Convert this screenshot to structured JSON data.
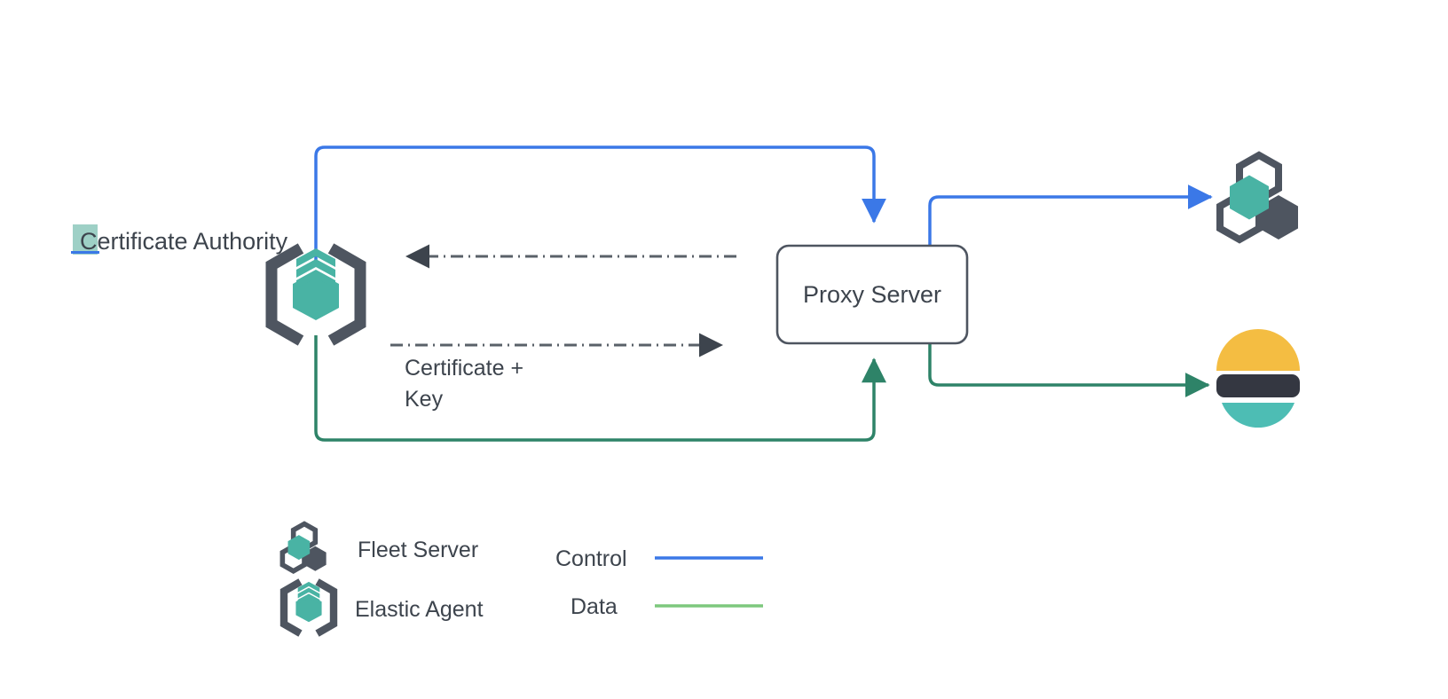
{
  "diagram": {
    "type": "network-architecture-diagram",
    "background_color": "#ffffff",
    "nodes": [
      {
        "id": "certificate-authority",
        "label": "Certificate Authority",
        "icon": "elastic-agent-icon",
        "highlighted": true,
        "highlight_color": "#9ed0c6"
      },
      {
        "id": "proxy-server",
        "label": "Proxy Server",
        "shape": "rounded-rectangle",
        "border_color": "#4e5560",
        "fill_color": "#ffffff"
      },
      {
        "id": "fleet-server",
        "label": "",
        "icon": "fleet-server-icon"
      },
      {
        "id": "elasticsearch",
        "label": "",
        "icon": "elasticsearch-icon"
      }
    ],
    "edges": [
      {
        "id": "control-agent-to-proxy",
        "from": "certificate-authority",
        "to": "proxy-server",
        "kind": "control",
        "color": "#3b78e7",
        "style": "solid",
        "arrow": true
      },
      {
        "id": "data-agent-to-proxy",
        "from": "certificate-authority",
        "to": "proxy-server",
        "kind": "data",
        "color": "#2e8368",
        "style": "solid",
        "arrow": true
      },
      {
        "id": "control-proxy-to-fleet",
        "from": "proxy-server",
        "to": "fleet-server",
        "kind": "control",
        "color": "#3b78e7",
        "style": "solid",
        "arrow": true
      },
      {
        "id": "data-proxy-to-elasticsearch",
        "from": "proxy-server",
        "to": "elasticsearch",
        "kind": "data",
        "color": "#2e8368",
        "style": "solid",
        "arrow": true
      },
      {
        "id": "cert-request-proxy-to-ca",
        "from": "proxy-server",
        "to": "certificate-authority",
        "kind": "certificate-request",
        "color": "#5a6169",
        "style": "dash-dot",
        "arrow": true,
        "label": ""
      },
      {
        "id": "cert-key-ca-to-proxy",
        "from": "certificate-authority",
        "to": "proxy-server",
        "kind": "certificate-delivery",
        "color": "#5a6169",
        "style": "dash-dot",
        "arrow": true,
        "label_line1": "Certificate +",
        "label_line2": "Key"
      }
    ]
  },
  "labels": {
    "certificate_authority": "Certificate Authority",
    "proxy_server": "Proxy Server",
    "certificate_key_line1": "Certificate +",
    "certificate_key_line2": "Key"
  },
  "legend": {
    "icon_items": [
      {
        "label": "Fleet Server",
        "icon": "fleet-server-icon"
      },
      {
        "label": "Elastic Agent",
        "icon": "elastic-agent-icon"
      }
    ],
    "line_items": [
      {
        "label": "Control",
        "color": "#3b78e7"
      },
      {
        "label": "Data",
        "color": "#7dc87d"
      }
    ]
  },
  "colors": {
    "teal": "#49b3a4",
    "dark_slate": "#4e5560",
    "text": "#3d444d",
    "control_blue": "#3b78e7",
    "data_green_line": "#7dc87d",
    "data_green_edge": "#2e8368",
    "elastic_yellow": "#f4bd42",
    "elastic_dark": "#343741",
    "elastic_teal": "#4dbdb4",
    "dash_gray": "#5a6169",
    "highlight": "#9ed0c6"
  }
}
